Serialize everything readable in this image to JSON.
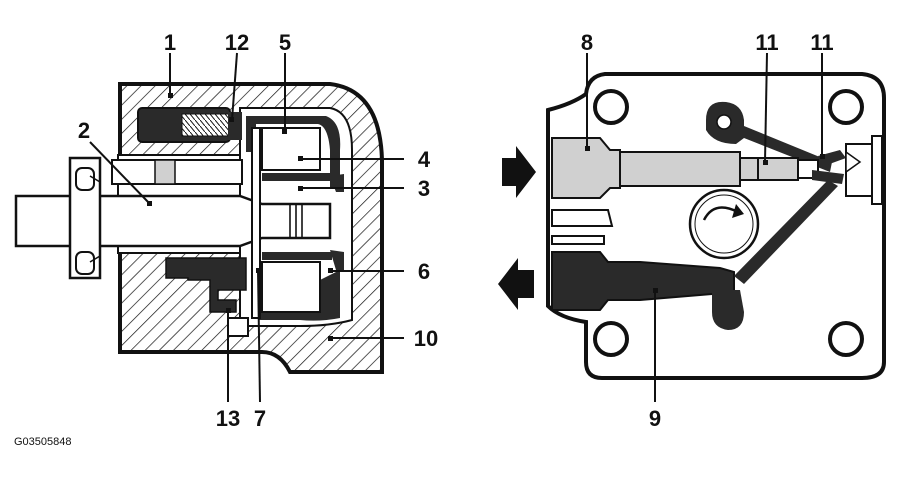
{
  "diagram": {
    "callouts": {
      "c1": "1",
      "c2": "2",
      "c3": "3",
      "c4": "4",
      "c5": "5",
      "c6": "6",
      "c7": "7",
      "c8": "8",
      "c9": "9",
      "c10": "10",
      "c11a": "11",
      "c11b": "11",
      "c12": "12",
      "c13": "13"
    },
    "figure_id": "G03505848",
    "colors": {
      "outline": "#111111",
      "dark_fill": "#2a2a2a",
      "light_fill": "#d0d0d0",
      "background": "#ffffff"
    },
    "icons": {
      "flow_in": "arrow-right-icon",
      "flow_out": "arrow-left-icon",
      "rotation": "clockwise-rotation-icon"
    }
  }
}
